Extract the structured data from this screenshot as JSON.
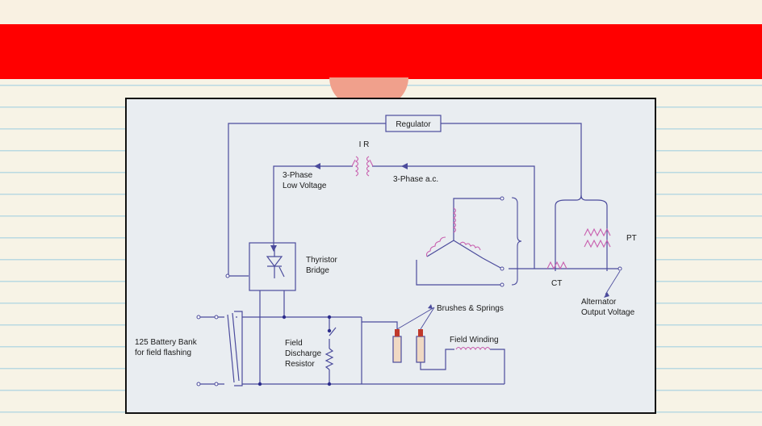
{
  "diagram": {
    "regulator": "Regulator",
    "ir": "I R",
    "three_phase_low_1": "3-Phase",
    "three_phase_low_2": "Low Voltage",
    "three_phase_ac": "3-Phase a.c.",
    "thyristor_1": "Thyristor",
    "thyristor_2": "Bridge",
    "pt": "PT",
    "ct": "CT",
    "alt_1": "Alternator",
    "alt_2": "Output Voltage",
    "brushes": "Brushes & Springs",
    "field_winding": "Field Winding",
    "fdr_1": "Field",
    "fdr_2": "Discharge",
    "fdr_3": "Resistor",
    "battery_1": "125 Battery Bank",
    "battery_2": "for field flashing"
  },
  "colors": {
    "red_band": "#ff0000",
    "wire": "#4b4b9c",
    "coil": "#c85fae",
    "panel": "#e9edf1"
  }
}
